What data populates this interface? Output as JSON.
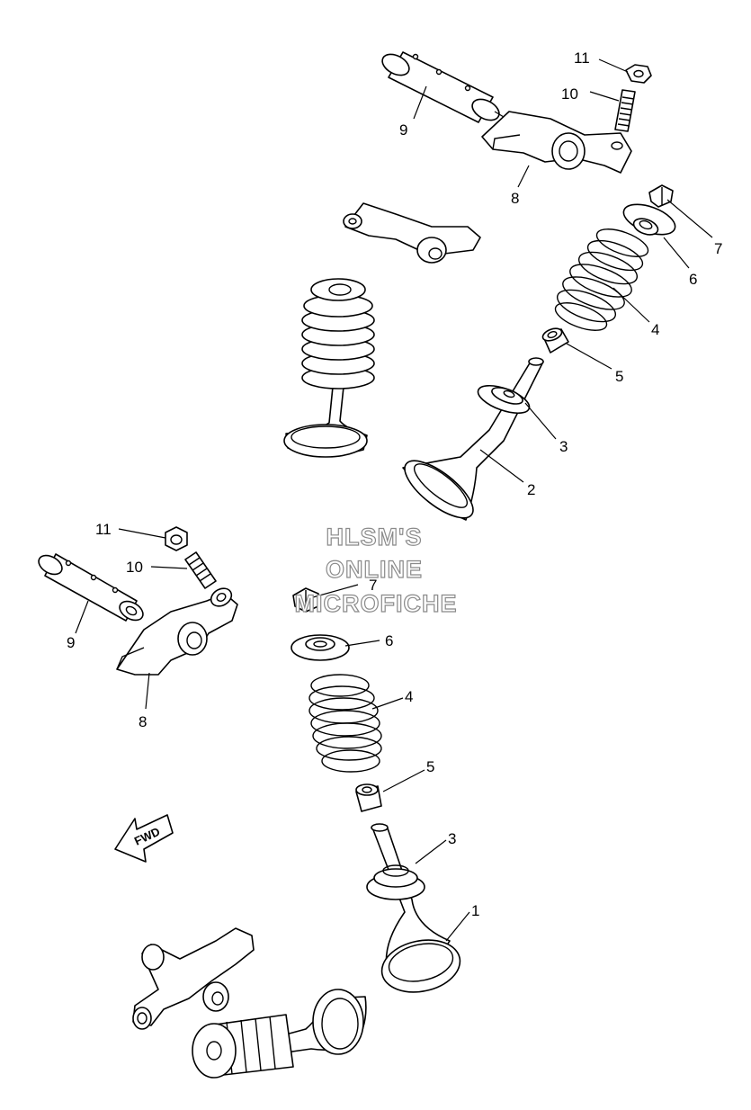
{
  "watermark": {
    "line1": "HLSM'S",
    "line2": "ONLINE",
    "line3": "MICROFICHE"
  },
  "fwd_label": "FWD",
  "callouts": [
    {
      "id": "c11a",
      "text": "11"
    },
    {
      "id": "c10a",
      "text": "10"
    },
    {
      "id": "c9a",
      "text": "9"
    },
    {
      "id": "c8a",
      "text": "8"
    },
    {
      "id": "c7a",
      "text": "7"
    },
    {
      "id": "c6a",
      "text": "6"
    },
    {
      "id": "c4a",
      "text": "4"
    },
    {
      "id": "c5a",
      "text": "5"
    },
    {
      "id": "c3a",
      "text": "3"
    },
    {
      "id": "c2a",
      "text": "2"
    },
    {
      "id": "c11b",
      "text": "11"
    },
    {
      "id": "c10b",
      "text": "10"
    },
    {
      "id": "c9b",
      "text": "9"
    },
    {
      "id": "c8b",
      "text": "8"
    },
    {
      "id": "c7b",
      "text": "7"
    },
    {
      "id": "c6b",
      "text": "6"
    },
    {
      "id": "c4b",
      "text": "4"
    },
    {
      "id": "c5b",
      "text": "5"
    },
    {
      "id": "c3b",
      "text": "3"
    },
    {
      "id": "c1b",
      "text": "1"
    }
  ]
}
